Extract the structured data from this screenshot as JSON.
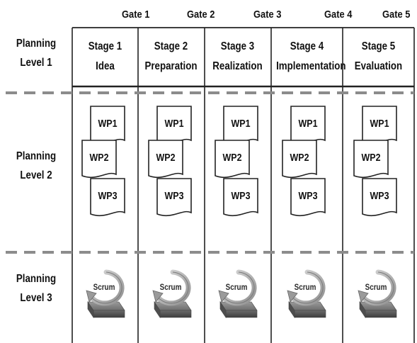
{
  "gates": [
    "Gate 1",
    "Gate 2",
    "Gate 3",
    "Gate 4",
    "Gate 5"
  ],
  "stages": [
    {
      "title": "Stage 1",
      "subtitle": "Idea"
    },
    {
      "title": "Stage 2",
      "subtitle": "Preparation"
    },
    {
      "title": "Stage 3",
      "subtitle": "Realization"
    },
    {
      "title": "Stage 4",
      "subtitle": "Implementation"
    },
    {
      "title": "Stage 5",
      "subtitle": "Evaluation"
    }
  ],
  "levels": [
    {
      "line1": "Planning",
      "line2": "Level 1"
    },
    {
      "line1": "Planning",
      "line2": "Level 2"
    },
    {
      "line1": "Planning",
      "line2": "Level 3"
    }
  ],
  "work_packages": [
    "WP1",
    "WP2",
    "WP3"
  ],
  "scrum_label": "Scrum",
  "colors": {
    "line": "#222222",
    "dashed_separator": "#8c8c8c",
    "document_fill": "#ffffff",
    "scrum_box_top": "#8a8a8a",
    "scrum_box_front": "#5e5e5e",
    "scrum_arrow": "#b8b8b8"
  }
}
